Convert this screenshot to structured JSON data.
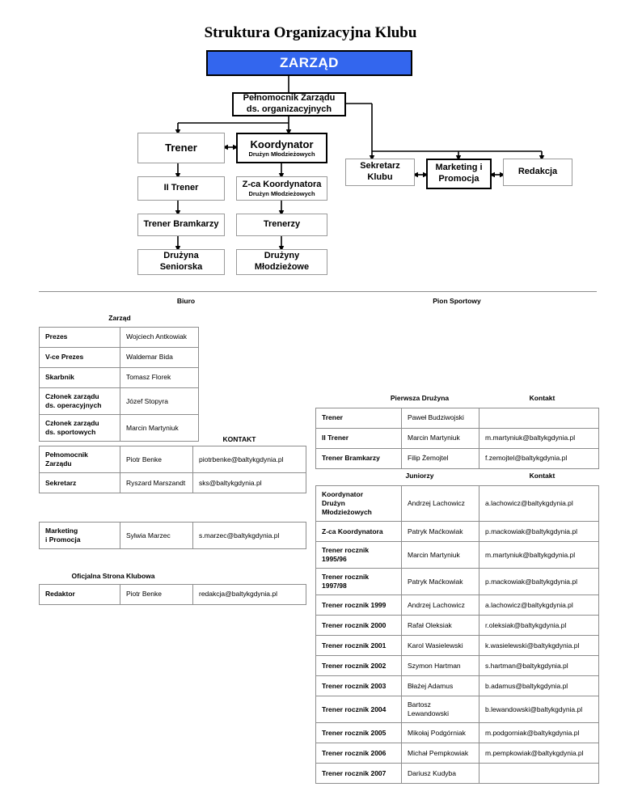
{
  "document": {
    "title": "Struktura Organizacyjna Klubu"
  },
  "orgchart": {
    "nodes": {
      "board": "ZARZĄD",
      "proxy_line1": "Pełnomocnik Zarządu",
      "proxy_line2": "ds. organizacyjnych",
      "trener": "Trener",
      "koordynator": "Koordynator",
      "koordynator_sub": "Drużyn Młodzieżowych",
      "ii_trener": "II Trener",
      "zca_koordynatora": "Z-ca Koordynatora",
      "zca_koordynatora_sub": "Drużyn Młodzieżowych",
      "trener_bramkarzy": "Trener Bramkarzy",
      "trenerzy": "Trenerzy",
      "druzyna_line1": "Drużyna",
      "druzyna_line2": "Seniorska",
      "druzyny_line1": "Drużyny",
      "druzyny_line2": "Młodzieżowe",
      "sekretarz_line1": "Sekretarz",
      "sekretarz_line2": "Klubu",
      "marketing_line1": "Marketing i",
      "marketing_line2": "Promocja",
      "redakcja": "Redakcja"
    },
    "colors": {
      "board_fill": "#3366ee",
      "board_text": "#ffffff",
      "box_border": "#9a9a9a",
      "box_border_thick": "#000000"
    }
  },
  "sections": {
    "biuro": "Biuro",
    "pion_sportowy": "Pion Sportowy",
    "zarzad": "Zarząd",
    "kontakt": "KONTAKT",
    "oficjalna_strona": "Oficjalna Strona Klubowa",
    "pierwsza_druzyna": "Pierwsza  Drużyna",
    "kontakt_first": "Kontakt",
    "juniorzy": "Juniorzy",
    "kontakt_juniorzy": "Kontakt"
  },
  "tables": {
    "zarzad": {
      "rows": [
        {
          "role": "Prezes",
          "name": "Wojciech Antkowiak"
        },
        {
          "role": "V-ce Prezes",
          "name": "Waldemar Bida"
        },
        {
          "role": "Skarbnik",
          "name": "Tomasz Florek"
        },
        {
          "role": "Członek zarządu\nds. operacyjnych",
          "name": "Józef Stopyra"
        },
        {
          "role": "Członek zarządu\nds. sportowych",
          "name": "Marcin Martyniuk"
        }
      ]
    },
    "kontakt_biuro": {
      "rows": [
        {
          "role": "Pełnomocnik\nZarządu",
          "name": "Piotr Benke",
          "email": "piotrbenke@baltykgdynia.pl"
        },
        {
          "role": "Sekretarz",
          "name": "Ryszard Marszandt",
          "email": "sks@baltykgdynia.pl"
        }
      ]
    },
    "marketing": {
      "rows": [
        {
          "role": "Marketing\n i Promocja",
          "name": "Sylwia Marzec",
          "email": "s.marzec@baltykgdynia.pl"
        }
      ]
    },
    "redakcja": {
      "rows": [
        {
          "role": "Redaktor",
          "name": "Piotr Benke",
          "email": "redakcja@baltykgdynia.pl"
        }
      ]
    },
    "pierwsza_druzyna": {
      "rows": [
        {
          "role": "Trener",
          "name": "Paweł Budziwojski",
          "email": ""
        },
        {
          "role": "II Trener",
          "name": "Marcin Martyniuk",
          "email": "m.martyniuk@baltykgdynia.pl"
        },
        {
          "role": "Trener Bramkarzy",
          "name": "Filip Żemojtel",
          "email": "f.zemojtel@baltykgdynia.pl"
        }
      ]
    },
    "juniorzy": {
      "rows": [
        {
          "role": "Koordynator\nDrużyn Młodzieżowych",
          "name": "Andrzej Lachowicz",
          "email": "a.lachowicz@baltykgdynia.pl"
        },
        {
          "role": "Z-ca Koordynatora",
          "name": "Patryk Maćkowiak",
          "email": "p.mackowiak@baltykgdynia.pl"
        },
        {
          "role": "Trener rocznik 1995/96",
          "name": "Marcin Martyniuk",
          "email": "m.martyniuk@baltykgdynia.pl"
        },
        {
          "role": "Trener rocznik 1997/98",
          "name": "Patryk Maćkowiak",
          "email": "p.mackowiak@baltykgdynia.pl"
        },
        {
          "role": "Trener rocznik 1999",
          "name": "Andrzej Lachowicz",
          "email": "a.lachowicz@baltykgdynia.pl"
        },
        {
          "role": "Trener rocznik 2000",
          "name": "Rafał Oleksiak",
          "email": "r.oleksiak@baltykgdynia.pl"
        },
        {
          "role": "Trener rocznik 2001",
          "name": "Karol Wasielewski",
          "email": "k.wasielewski@baltykgdynia.pl"
        },
        {
          "role": "Trener rocznik 2002",
          "name": "Szymon Hartman",
          "email": "s.hartman@baltykgdynia.pl"
        },
        {
          "role": "Trener rocznik 2003",
          "name": "Błażej Adamus",
          "email": "b.adamus@baltykgdynia.pl"
        },
        {
          "role": "Trener rocznik 2004",
          "name": "Bartosz Lewandowski",
          "email": "b.lewandowski@baltykgdynia.pl"
        },
        {
          "role": "Trener rocznik 2005",
          "name": "Mikołaj Podgórniak",
          "email": "m.podgorniak@baltykgdynia.pl"
        },
        {
          "role": "Trener rocznik 2006",
          "name": "Michał Pempkowiak",
          "email": "m.pempkowiak@baltykgdynia.pl"
        },
        {
          "role": "Trener rocznik 2007",
          "name": "Dariusz Kudyba",
          "email": ""
        }
      ]
    }
  }
}
